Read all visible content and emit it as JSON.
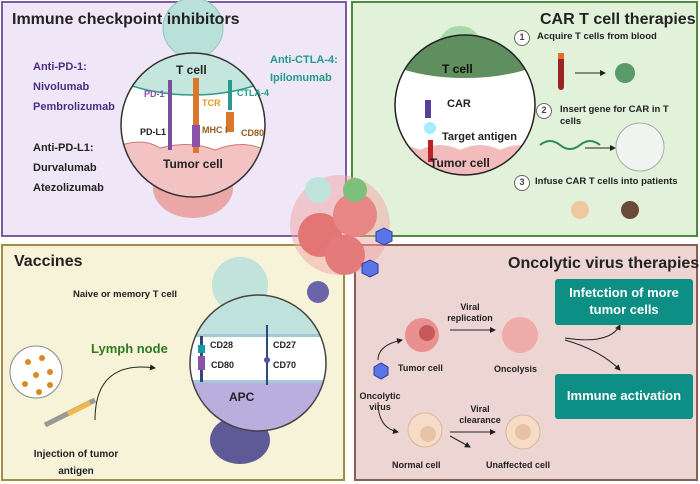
{
  "checkpoint": {
    "title": "Immune checkpoint inhibitors",
    "anti_pd1": "Anti-PD-1:",
    "pd1_drugs": [
      "Nivolumab",
      "Pembrolizumab"
    ],
    "anti_pdl1": "Anti-PD-L1:",
    "pdl1_drugs": [
      "Durvalumab",
      "Atezolizumab"
    ],
    "anti_ctla4": "Anti-CTLA-4:",
    "ctla4_drug": "Ipilomumab",
    "t_cell": "T cell",
    "tumor_cell": "Tumor cell",
    "labels": {
      "pd1": "PD-1",
      "pdl1": "PD-L1",
      "tcr": "TCR",
      "mhc": "MHC I",
      "ctla4": "CTLA-4",
      "cd80": "CD80"
    }
  },
  "car": {
    "title": "CAR T cell therapies",
    "t_cell": "T cell",
    "car": "CAR",
    "target": "Target antigen",
    "tumor_cell": "Tumor cell",
    "steps": [
      {
        "n": "1",
        "text": "Acquire T cells from blood"
      },
      {
        "n": "2",
        "text": "Insert gene for CAR in T cells"
      },
      {
        "n": "3",
        "text": "Infuse CAR T cells into patients"
      }
    ]
  },
  "vaccines": {
    "title": "Vaccines",
    "t_cell": "Naive or memory T cell",
    "lymph": "Lymph node",
    "cd28": "CD28",
    "cd80": "CD80",
    "cd27": "CD27",
    "cd70": "CD70",
    "apc": "APC",
    "injection": "Injection of tumor antigen"
  },
  "oncolytic": {
    "title": "Oncolytic virus therapies",
    "virus": "Oncolytic virus",
    "tumor_cell": "Tumor cell",
    "viral_replication": "Viral replication",
    "oncolysis": "Oncolysis",
    "normal_cell": "Normal cell",
    "viral_clearance": "Viral clearance",
    "unaffected": "Unaffected cell",
    "box1": "Infetction of more tumor cells",
    "box2": "Immune activation"
  },
  "colors": {
    "purple_panel": "#efe7f7",
    "green_panel": "#e2f1da",
    "yellow_panel": "#f7f3d9",
    "pink_panel": "#ecd5d3",
    "teal_box": "#0e8f86"
  }
}
